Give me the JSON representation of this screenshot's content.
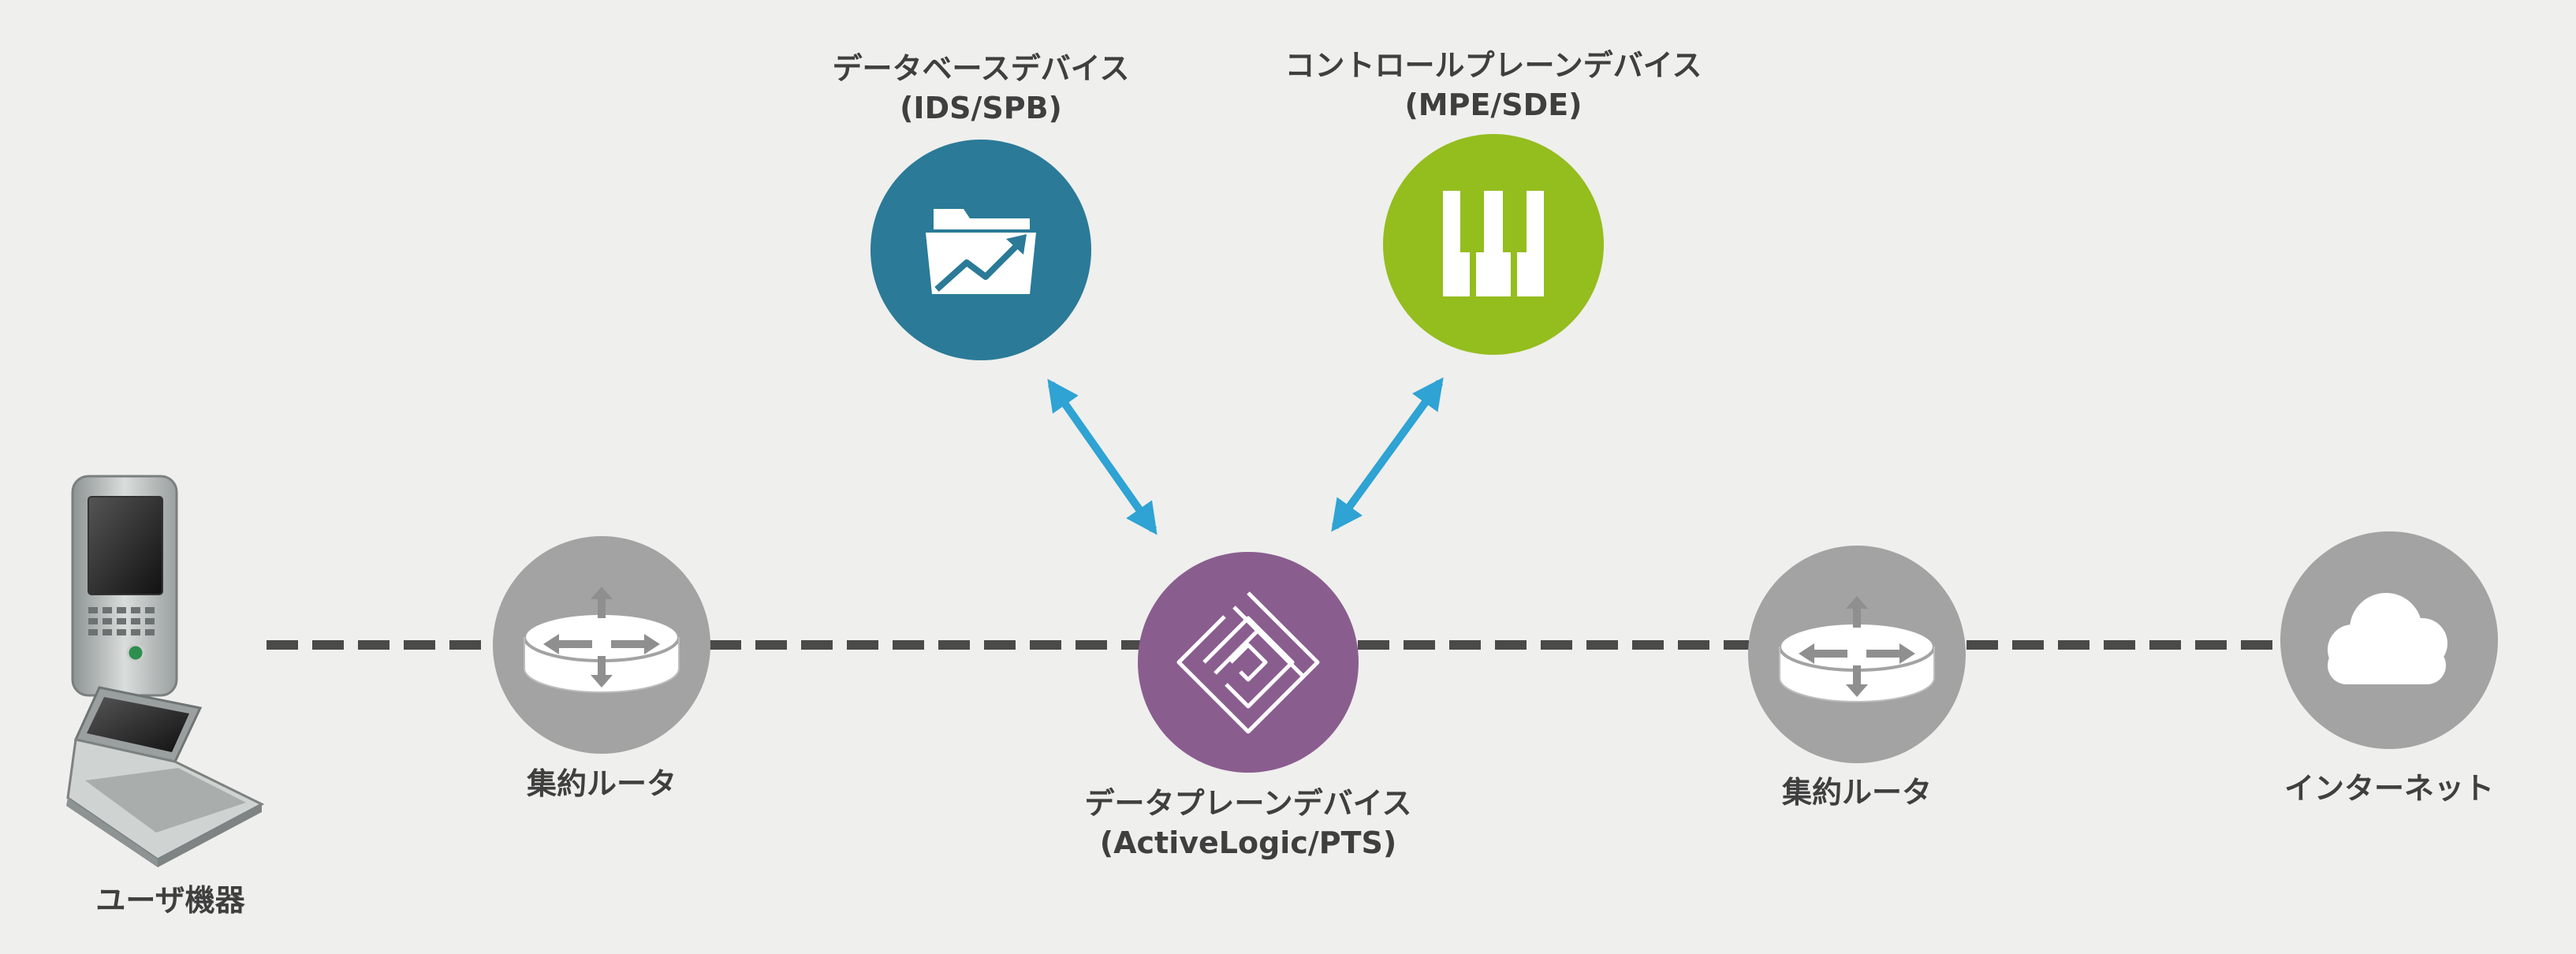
{
  "nodes": {
    "user_device": {
      "label": "ユーザ機器"
    },
    "agg_router_left": {
      "label": "集約ルータ"
    },
    "data_plane": {
      "label": "データプレーンデバイス",
      "sublabel": "(ActiveLogic/PTS)",
      "color": "#8a5d8f"
    },
    "database": {
      "label": "データベースデバイス",
      "sublabel": "(IDS/SPB)",
      "color": "#2a7a98"
    },
    "control_plane": {
      "label": "コントロールプレーンデバイス",
      "sublabel": "(MPE/SDE)",
      "color": "#94bd1e"
    },
    "agg_router_right": {
      "label": "集約ルータ"
    },
    "internet": {
      "label": "インターネット"
    }
  },
  "icons": {
    "user_device": "mobile-phone-and-laptop-icon",
    "agg_router": "router-icon",
    "data_plane": "active-logic-spiral-icon",
    "database": "folder-chart-icon",
    "control_plane": "piano-keys-icon",
    "internet": "cloud-icon"
  },
  "colors": {
    "background": "#efefed",
    "grey_node": "#a3a3a3",
    "link_line": "#4a4a48",
    "arrow": "#2ea3d4",
    "label_text": "#3f3f3f"
  }
}
